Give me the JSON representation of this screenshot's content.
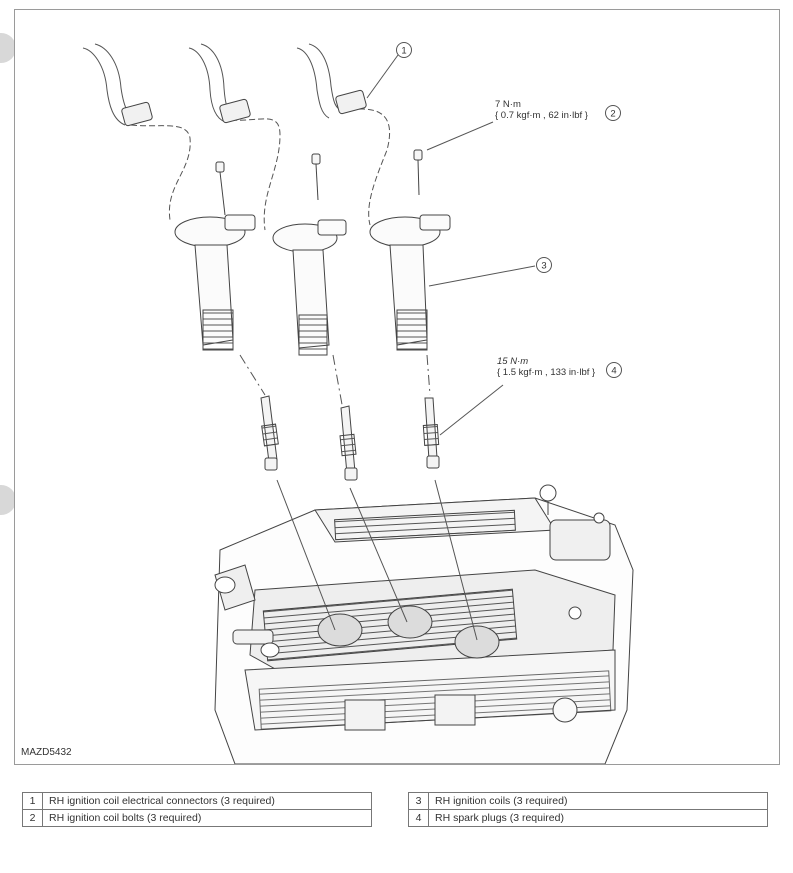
{
  "figure_id": "MAZD5432",
  "torque_2": {
    "line1": "7 N·m",
    "line2": "{ 0.7 kgf·m , 62 in·lbf }",
    "callout": "2"
  },
  "torque_4": {
    "line1": "15 N·m",
    "line2": "{ 1.5 kgf·m , 133 in·lbf }",
    "callout": "4"
  },
  "callouts": {
    "c1": "1",
    "c3": "3"
  },
  "legend": {
    "left": [
      {
        "num": "1",
        "desc": "RH ignition coil electrical connectors (3 required)"
      },
      {
        "num": "2",
        "desc": "RH ignition coil bolts (3 required)"
      }
    ],
    "right": [
      {
        "num": "3",
        "desc": "RH ignition coils (3 required)"
      },
      {
        "num": "4",
        "desc": "RH spark plugs (3 required)"
      }
    ]
  }
}
